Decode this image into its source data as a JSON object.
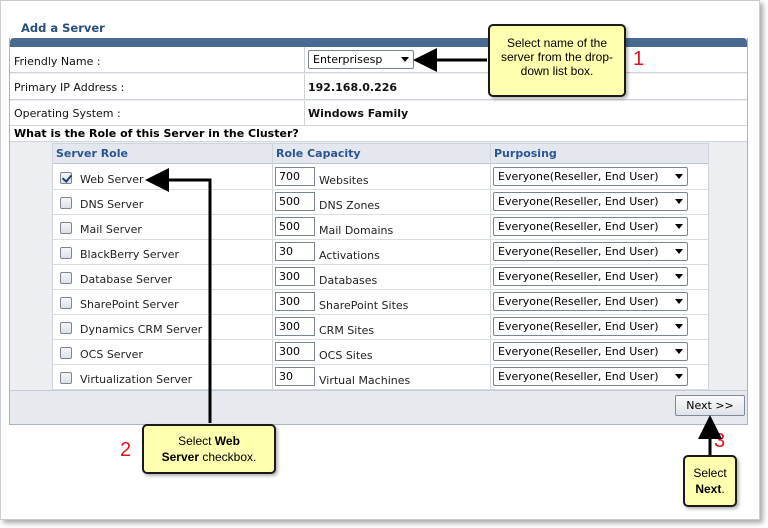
{
  "page": {
    "title": "Add a Server"
  },
  "form": {
    "friendly_name_label": "Friendly Name :",
    "friendly_name_value": "Enterprisesp",
    "primary_ip_label": "Primary IP Address :",
    "primary_ip_value": "192.168.0.226",
    "os_label": "Operating System :",
    "os_value": "Windows Family",
    "role_question": "What is the Role of this Server in the Cluster?"
  },
  "grid": {
    "headers": {
      "role": "Server Role",
      "capacity": "Role Capacity",
      "purposing": "Purposing"
    },
    "rows": [
      {
        "role": "Web Server",
        "checked": true,
        "capacity": "700",
        "unit": "Websites",
        "purposing": "Everyone(Reseller, End User)"
      },
      {
        "role": "DNS Server",
        "checked": false,
        "capacity": "500",
        "unit": "DNS Zones",
        "purposing": "Everyone(Reseller, End User)"
      },
      {
        "role": "Mail Server",
        "checked": false,
        "capacity": "500",
        "unit": "Mail Domains",
        "purposing": "Everyone(Reseller, End User)"
      },
      {
        "role": "BlackBerry Server",
        "checked": false,
        "capacity": "30",
        "unit": "Activations",
        "purposing": "Everyone(Reseller, End User)"
      },
      {
        "role": "Database Server",
        "checked": false,
        "capacity": "300",
        "unit": "Databases",
        "purposing": "Everyone(Reseller, End User)"
      },
      {
        "role": "SharePoint Server",
        "checked": false,
        "capacity": "300",
        "unit": "SharePoint Sites",
        "purposing": "Everyone(Reseller, End User)"
      },
      {
        "role": "Dynamics CRM Server",
        "checked": false,
        "capacity": "300",
        "unit": "CRM Sites",
        "purposing": "Everyone(Reseller, End User)"
      },
      {
        "role": "OCS Server",
        "checked": false,
        "capacity": "300",
        "unit": "OCS Sites",
        "purposing": "Everyone(Reseller, End User)"
      },
      {
        "role": "Virtualization Server",
        "checked": false,
        "capacity": "30",
        "unit": "Virtual Machines",
        "purposing": "Everyone(Reseller, End User)"
      }
    ]
  },
  "buttons": {
    "next": "Next >>"
  },
  "callouts": {
    "c1": {
      "number": "1",
      "text": "Select name of the server from the drop-down list box."
    },
    "c2": {
      "number": "2",
      "text_pre": "Select ",
      "text_bold1": "Web",
      "text_bold2": "Server",
      "text_post": " checkbox."
    },
    "c3": {
      "number": "3",
      "text_pre": "Select",
      "text_bold": "Next",
      "text_post": "."
    }
  },
  "colors": {
    "accent": "#486a92",
    "header_text": "#2a5590",
    "callout_bg": "#ffffb0",
    "step_number": "#e3141b"
  }
}
